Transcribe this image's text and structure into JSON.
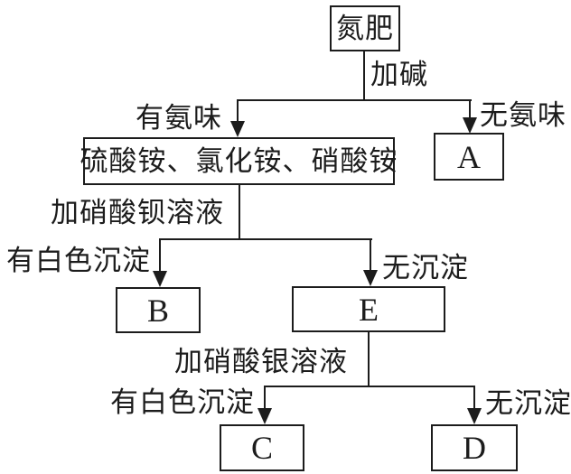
{
  "diagram_type": "flowchart",
  "nodes": {
    "root": {
      "label": "氮肥"
    },
    "group": {
      "label": "硫酸铵、氯化铵、硝酸铵"
    },
    "a": {
      "label": "A"
    },
    "b": {
      "label": "B"
    },
    "c": {
      "label": "C"
    },
    "d": {
      "label": "D"
    },
    "e": {
      "label": "E"
    }
  },
  "edges": {
    "add_alkali": {
      "label": "加碱"
    },
    "has_ammonia": {
      "label": "有氨味"
    },
    "no_ammonia": {
      "label": "无氨味"
    },
    "add_barium_nitrate": {
      "label": "加硝酸钡溶液"
    },
    "white_precipitate_1": {
      "label": "有白色沉淀"
    },
    "no_precipitate_1": {
      "label": "无沉淀"
    },
    "add_silver_nitrate": {
      "label": "加硝酸银溶液"
    },
    "white_precipitate_2": {
      "label": "有白色沉淀"
    },
    "no_precipitate_2": {
      "label": "无沉淀"
    }
  },
  "colors": {
    "ink": "#1c1c1c",
    "background": "#ffffff"
  }
}
